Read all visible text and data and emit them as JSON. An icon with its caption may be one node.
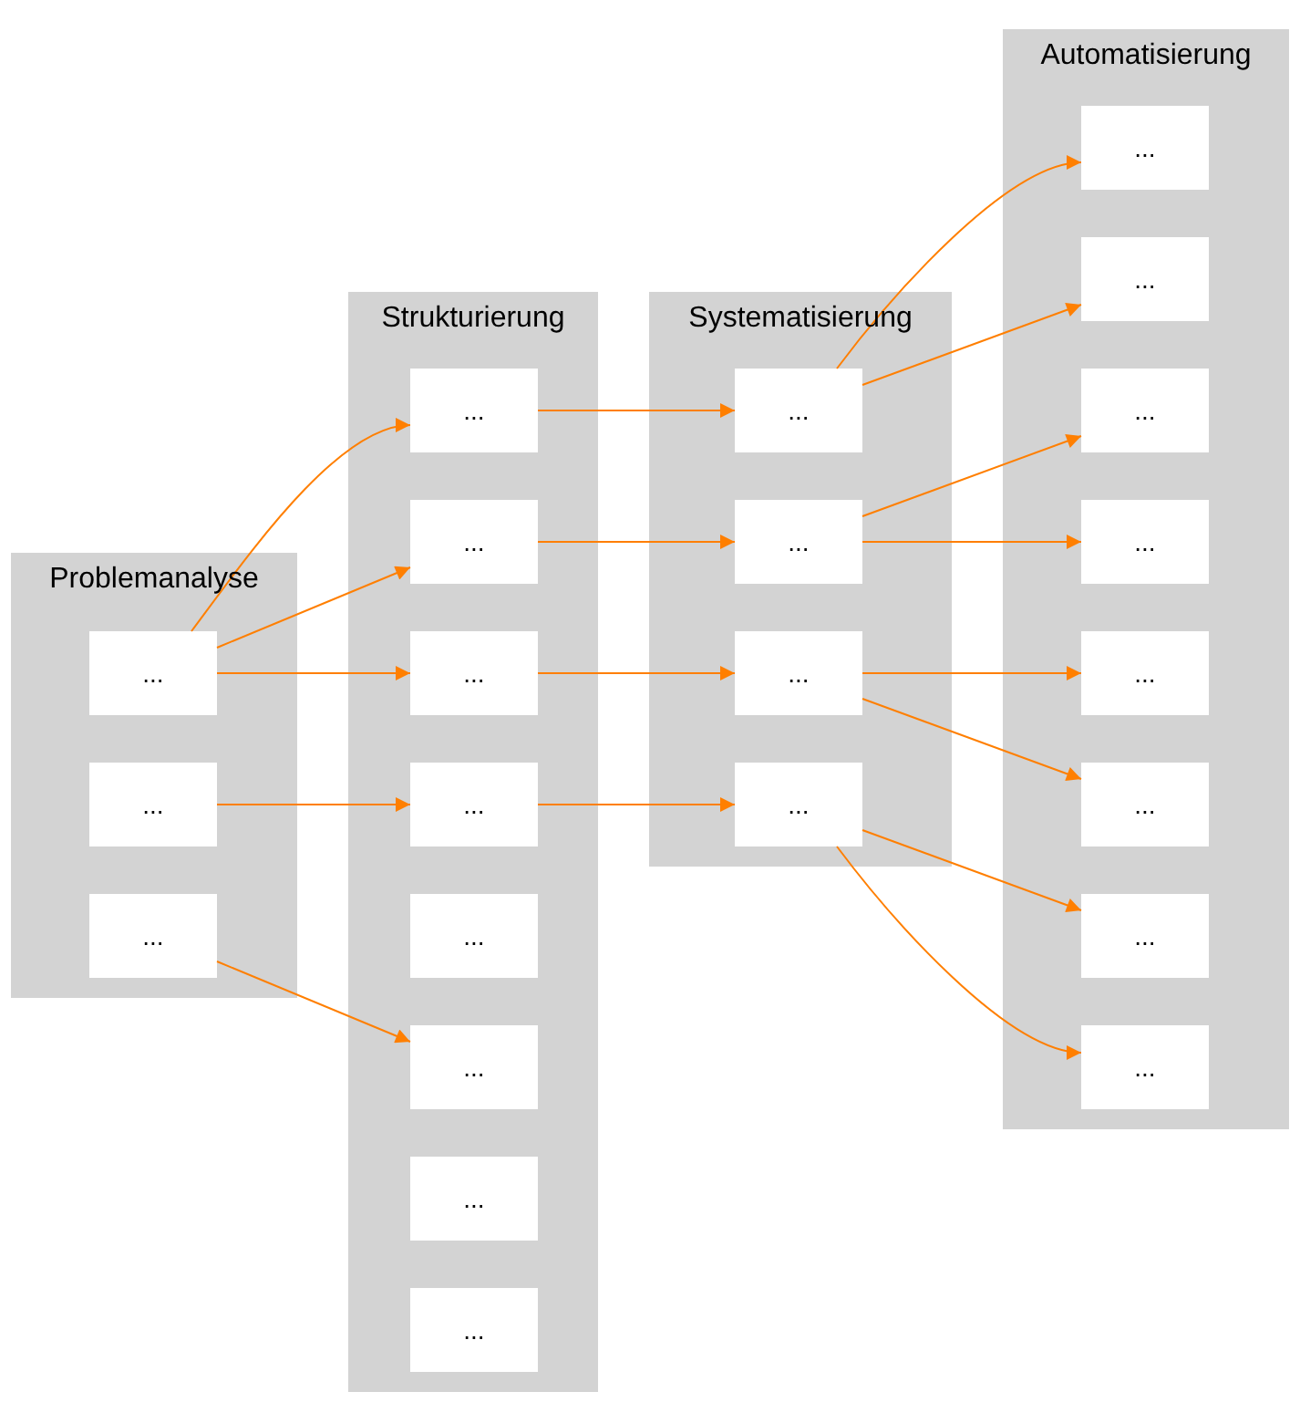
{
  "diagram": {
    "nodes": [
      {
        "text": [
          "Problemanalyse"
        ]
      },
      {
        "text": [
          "..."
        ],
        "in": 0
      },
      {
        "text": [
          "..."
        ],
        "in": 0
      },
      {
        "text": [
          "..."
        ],
        "in": 0
      },
      {
        "text": [
          "Strukturierung"
        ]
      },
      {
        "text": [
          "..."
        ],
        "in": 4
      },
      {
        "text": [
          "..."
        ],
        "in": 4
      },
      {
        "text": [
          "..."
        ],
        "in": 4
      },
      {
        "text": [
          "..."
        ],
        "in": 4
      },
      {
        "text": [
          "..."
        ],
        "in": 4
      },
      {
        "text": [
          "..."
        ],
        "in": 4
      },
      {
        "text": [
          "..."
        ],
        "in": 4
      },
      {
        "text": [
          "..."
        ],
        "in": 4
      },
      {
        "text": [
          "Systematisierung"
        ]
      },
      {
        "text": [
          "..."
        ],
        "in": 13
      },
      {
        "text": [
          "..."
        ],
        "in": 13
      },
      {
        "text": [
          "..."
        ],
        "in": 13
      },
      {
        "text": [
          "..."
        ],
        "in": 13
      },
      {
        "text": [
          "Automatisierung"
        ]
      },
      {
        "text": [
          "..."
        ],
        "in": 18
      },
      {
        "text": [
          "..."
        ],
        "in": 18
      },
      {
        "text": [
          "..."
        ],
        "in": 18
      },
      {
        "text": [
          "..."
        ],
        "in": 18
      },
      {
        "text": [
          "..."
        ],
        "in": 18
      },
      {
        "text": [
          "..."
        ],
        "in": 18
      },
      {
        "text": [
          "..."
        ],
        "in": 18
      },
      {
        "text": [
          "..."
        ],
        "in": 18
      }
    ],
    "edges": [
      {
        "from": 1,
        "to": 5,
        "arrow": "to"
      },
      {
        "from": 1,
        "to": 6,
        "arrow": "to"
      },
      {
        "from": 1,
        "to": 7,
        "arrow": "to"
      },
      {
        "from": 2,
        "to": 8,
        "arrow": "to"
      },
      {
        "from": 3,
        "to": 10,
        "arrow": "to"
      },
      {
        "from": 5,
        "to": 14,
        "arrow": "to"
      },
      {
        "from": 6,
        "to": 15,
        "arrow": "to"
      },
      {
        "from": 7,
        "to": 16,
        "arrow": "to"
      },
      {
        "from": 8,
        "to": 17,
        "arrow": "to"
      },
      {
        "from": 14,
        "to": 19,
        "arrow": "to"
      },
      {
        "from": 14,
        "to": 20,
        "arrow": "to"
      },
      {
        "from": 15,
        "to": 21,
        "arrow": "to"
      },
      {
        "from": 15,
        "to": 22,
        "arrow": "to"
      },
      {
        "from": 16,
        "to": 23,
        "arrow": "to"
      },
      {
        "from": 16,
        "to": 24,
        "arrow": "to"
      },
      {
        "from": 17,
        "to": 25,
        "arrow": "to"
      },
      {
        "from": 17,
        "to": 26,
        "arrow": "to"
      }
    ]
  }
}
